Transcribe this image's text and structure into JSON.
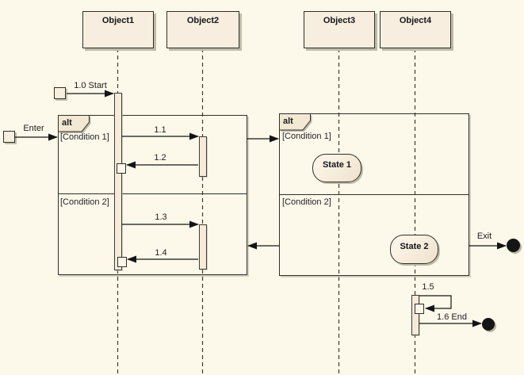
{
  "diagram_type": "uml-sequence-diagram",
  "colors": {
    "background": "#FDF9EA",
    "node_fill": "#F8EEDF",
    "node_border": "#2F2F28",
    "tab_fill": "#F2E8D3",
    "line": "#141414",
    "shadow": "#BFBBA9",
    "terminal_fill": "#151515"
  },
  "objects": [
    {
      "label": "Object1"
    },
    {
      "label": "Object2"
    },
    {
      "label": "Object3"
    },
    {
      "label": "Object4"
    }
  ],
  "fragments": {
    "left": {
      "operator": "alt",
      "condition1": "[Condition 1]",
      "condition2": "[Condition 2]"
    },
    "right": {
      "operator": "alt",
      "condition1": "[Condition 1]",
      "condition2": "[Condition 2]"
    }
  },
  "states": [
    {
      "label": "State 1"
    },
    {
      "label": "State 2"
    }
  ],
  "messages": {
    "start": "1.0 Start",
    "enter": "Enter",
    "m1_1": "1.1",
    "m1_2": "1.2",
    "m1_3": "1.3",
    "m1_4": "1.4",
    "m1_5": "1.5",
    "exit": "Exit",
    "end": "1.6 End"
  }
}
